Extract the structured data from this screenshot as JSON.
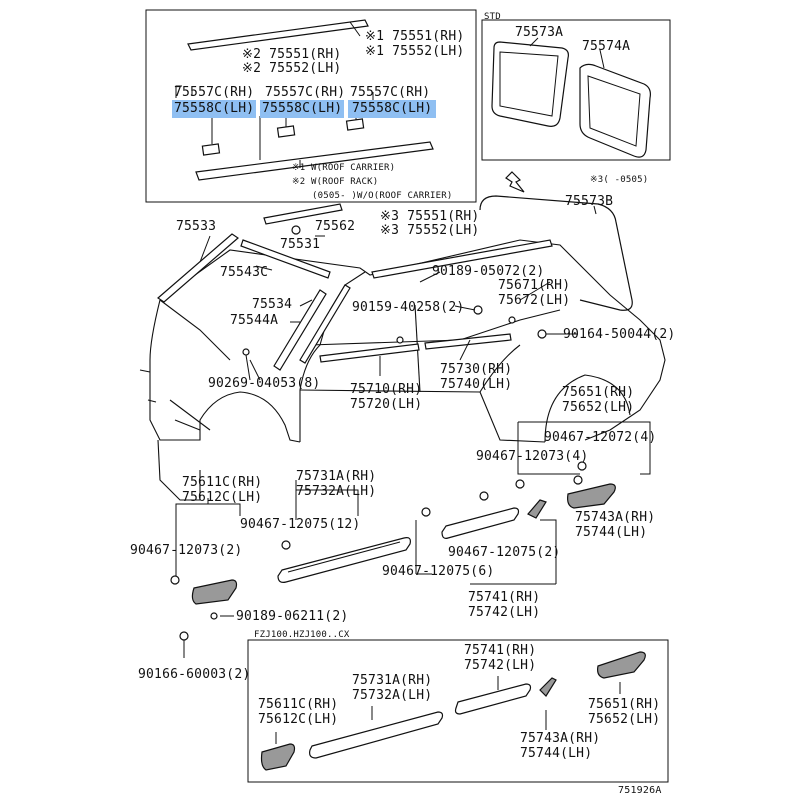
{
  "labels": {
    "top_box_a": "※1 75551(RH)",
    "top_box_b": "※1 75552(LH)",
    "top_box_c": "※2 75551(RH)",
    "top_box_d": "※2 75552(LH)",
    "c1": "75557C(RH)",
    "c2": "75557C(RH)",
    "c3": "75557C(RH)",
    "d1": "75558C(LH)",
    "d2": "75558C(LH)",
    "d3": "75558C(LH)",
    "note1": "※1 W(ROOF CARRIER)",
    "note2": "※2 W(ROOF RACK)",
    "note3": "(0505-      )W/O(ROOF CARRIER)",
    "std": "STD",
    "p75573a": "75573A",
    "p75574a": "75574A",
    "note0505": "※3(    -0505)",
    "p75573b": "75573B",
    "p75533": "75533",
    "p75562": "75562",
    "p75531": "75531",
    "p75543c": "75543C",
    "p75534": "75534",
    "p75544a": "75544A",
    "s3a": "※3 75551(RH)",
    "s3b": "※3 75552(LH)",
    "b05072": "90189-05072(2)",
    "p75671": "75671(RH)",
    "p75672": "75672(LH)",
    "b40258": "90159-40258(2)",
    "b50044": "90164-50044(2)",
    "b04053": "90269-04053(8)",
    "p75710": "75710(RH)",
    "p75720": "75720(LH)",
    "p75730": "75730(RH)",
    "p75740": "75740(LH)",
    "p75651": "75651(RH)",
    "p75652": "75652(LH)",
    "c12072": "90467-12072(4)",
    "c12073b": "90467-12073(4)",
    "p75731a": "75731A(RH)",
    "p75732a": "75732A(LH)",
    "p75611c": "75611C(RH)",
    "p75612c": "75612C(LH)",
    "c12075a": "90467-12075(12)",
    "p75743a": "75743A(RH)",
    "p75744": "75744(LH)",
    "c12073a": "90467-12073(2)",
    "c12075b": "90467-12075(2)",
    "c12075c": "90467-12075(6)",
    "p75741": "75741(RH)",
    "p75742": "75742(LH)",
    "b06211": "90189-06211(2)",
    "b60003": "90166-60003(2)",
    "fzj": "FZJ100.HZJ100..CX",
    "bx75741": "75741(RH)",
    "bx75742": "75742(LH)",
    "bx75731a": "75731A(RH)",
    "bx75732a": "75732A(LH)",
    "bx75611c": "75611C(RH)",
    "bx75612c": "75612C(LH)",
    "bx75651": "75651(RH)",
    "bx75652": "75652(LH)",
    "bx75743a": "75743A(RH)",
    "bx75744": "75744(LH)",
    "code": "751926A"
  }
}
